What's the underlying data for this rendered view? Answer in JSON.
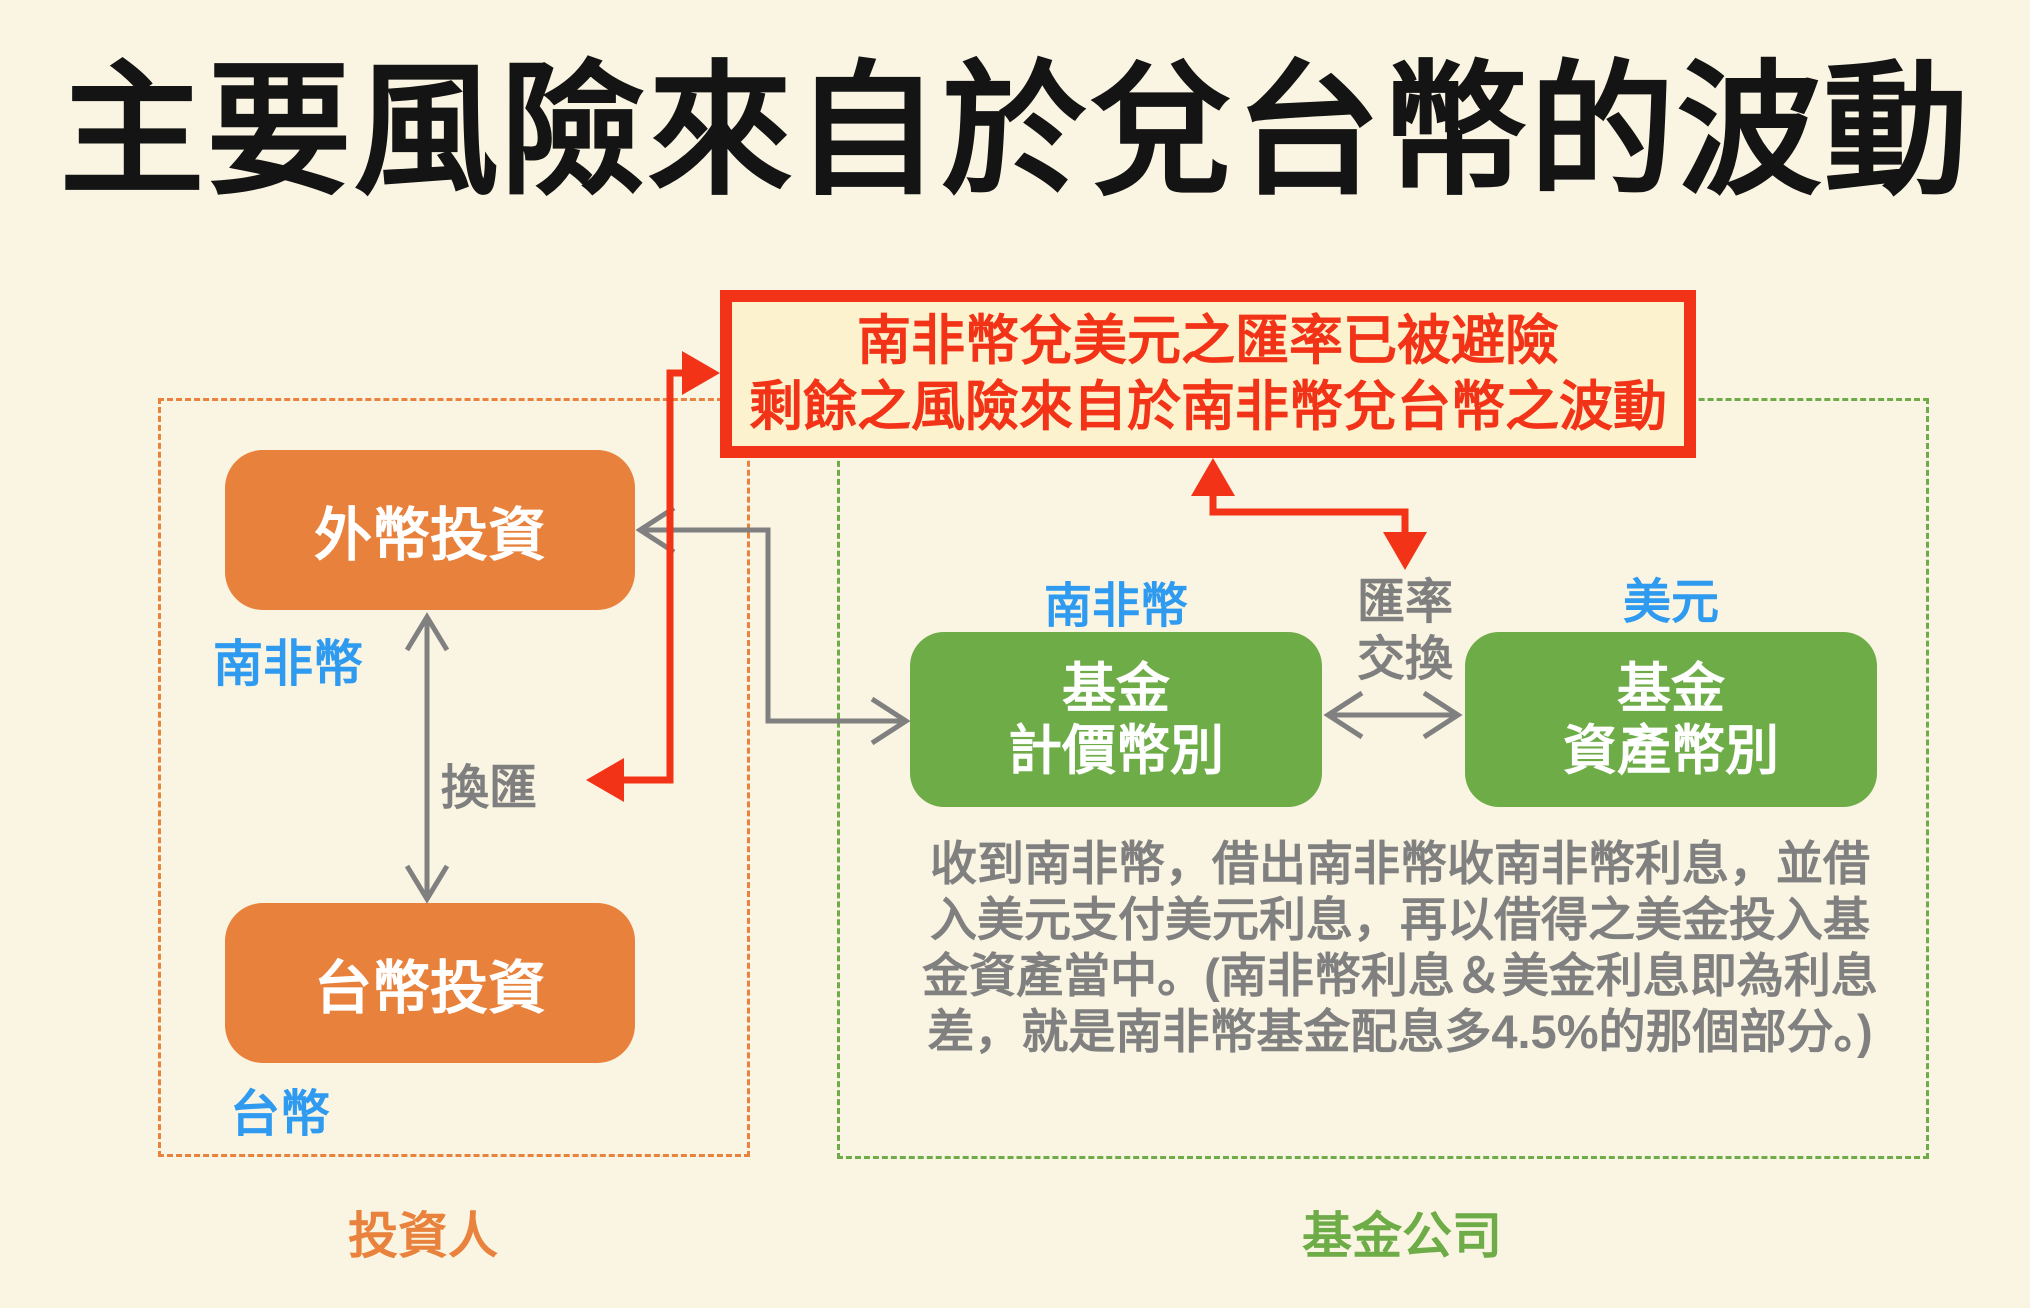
{
  "title": "主要風險來自於兌台幣的波動",
  "hedge_note": {
    "line1": "南非幣兌美元之匯率已被避險",
    "line2": "剩餘之風險來自於南非幣兌台幣之波動"
  },
  "investor": {
    "group_label": "投資人",
    "foreign_investment_label": "外幣投資",
    "foreign_currency_label": "南非幣",
    "twd_investment_label": "台幣投資",
    "twd_currency_label": "台幣",
    "fx_swap_label": "換匯"
  },
  "fund": {
    "group_label": "基金公司",
    "pricing_currency_label": "南非幣",
    "pricing_box_line1": "基金",
    "pricing_box_line2": "計價幣別",
    "asset_currency_label": "美元",
    "asset_box_line1": "基金",
    "asset_box_line2": "資產幣別",
    "currency_swap_line1": "匯率",
    "currency_swap_line2": "交換",
    "description_lines": [
      "收到南非幣，借出南非幣收南非幣利息，並借",
      "入美元支付美元利息，再以借得之美金投入基",
      "金資產當中。(南非幣利息＆美金利息即為利息",
      "差，就是南非幣基金配息多4.5%的那個部分。)"
    ]
  },
  "colors": {
    "background": "#FAF5E2",
    "orange": "#E8813B",
    "orange_dashed": "#E8823C",
    "green": "#6EAC48",
    "blue": "#2F9BF0",
    "red": "#F23317",
    "note_fill": "#FCF2CD",
    "gray": "#808080",
    "title_color": "#141414"
  }
}
